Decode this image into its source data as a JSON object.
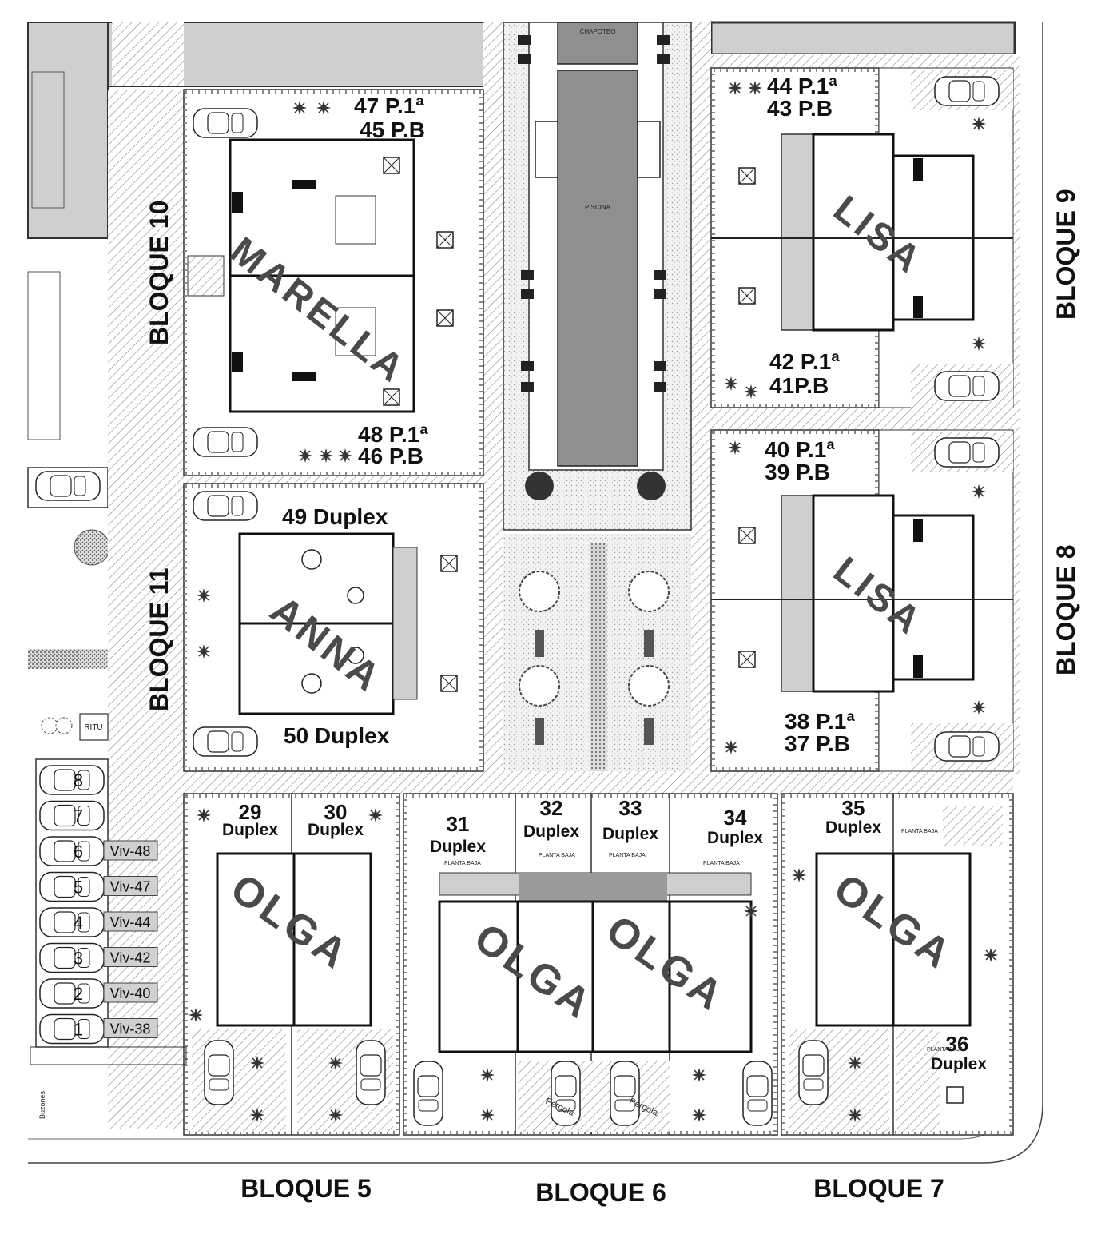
{
  "blocks": {
    "b5": "BLOQUE 5",
    "b6": "BLOQUE 6",
    "b7": "BLOQUE 7",
    "b8": "BLOQUE 8",
    "b9": "BLOQUE 9",
    "b10": "BLOQUE 10",
    "b11": "BLOQUE 11"
  },
  "pool": {
    "chapoteo": "CHAPOTEO",
    "piscina": "PISCINA"
  },
  "models": {
    "marella": "MARELLA",
    "anna": "ANNA",
    "lisa_top": "LISA",
    "lisa_bottom": "LISA",
    "olga_5": "OLGA",
    "olga_6a": "OLGA",
    "olga_6b": "OLGA",
    "olga_7": "OLGA"
  },
  "units": {
    "u47": "47 P.1ª",
    "u45": "45 P.B",
    "u48": "48 P.1ª",
    "u46": "46 P.B",
    "u49": "49 Duplex",
    "u50": "50 Duplex",
    "u44": "44 P.1ª",
    "u43": "43 P.B",
    "u42": "42 P.1ª",
    "u41": "41P.B",
    "u40": "40 P.1ª",
    "u39": "39 P.B",
    "u38": "38 P.1ª",
    "u37": "37 P.B",
    "u29n": "29",
    "u29d": "Duplex",
    "u30n": "30",
    "u30d": "Duplex",
    "u31n": "31",
    "u31d": "Duplex",
    "u32n": "32",
    "u32d": "Duplex",
    "u33n": "33",
    "u33d": "Duplex",
    "u34n": "34",
    "u34d": "Duplex",
    "u35n": "35",
    "u35d": "Duplex",
    "u36n": "36",
    "u36d": "Duplex"
  },
  "small_labels": {
    "planta_baja": "PLANTA BAJA",
    "pergola1": "Pérgola",
    "pergola2": "Pérgola",
    "ritu": "RITU",
    "buzones": "Buzones"
  },
  "parking": [
    {
      "spot": "8",
      "viv": ""
    },
    {
      "spot": "7",
      "viv": ""
    },
    {
      "spot": "6",
      "viv": "Viv-48"
    },
    {
      "spot": "5",
      "viv": "Viv-47"
    },
    {
      "spot": "4",
      "viv": "Viv-44"
    },
    {
      "spot": "3",
      "viv": "Viv-42"
    },
    {
      "spot": "2",
      "viv": "Viv-40"
    },
    {
      "spot": "1",
      "viv": "Viv-38"
    }
  ]
}
